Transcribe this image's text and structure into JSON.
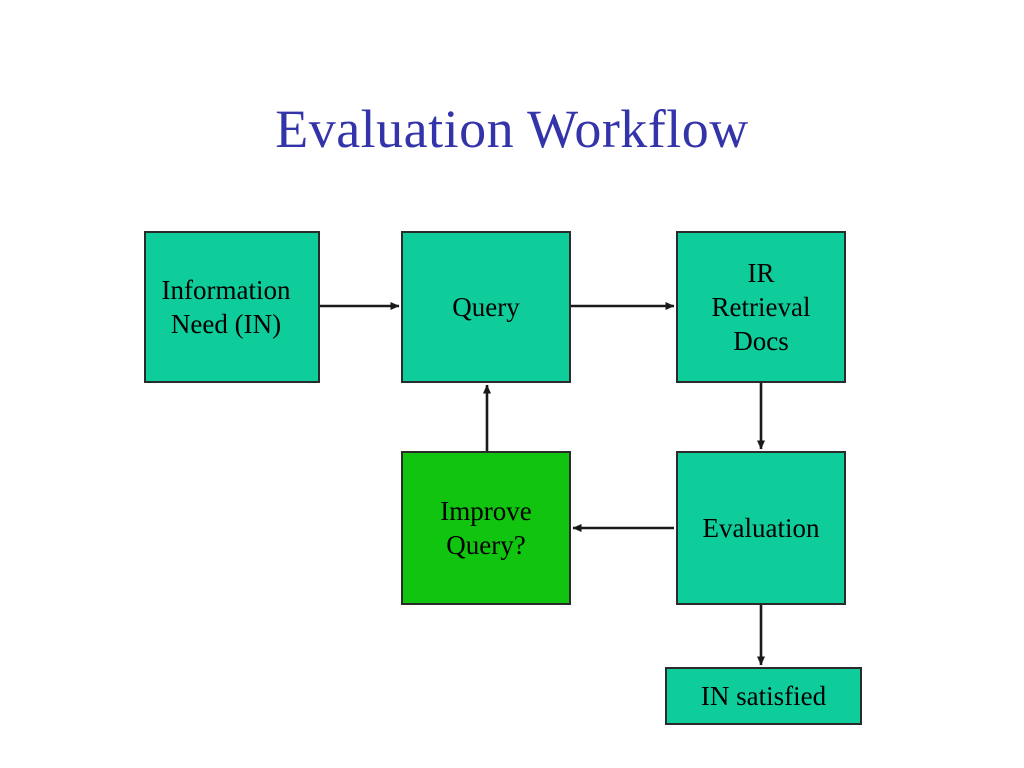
{
  "slide": {
    "title": "Evaluation Workflow",
    "background_color": "#ffffff",
    "title_color": "#3333aa"
  },
  "diagram": {
    "type": "flowchart",
    "palette": {
      "teal_fill": "#0ecd9b",
      "green_fill": "#10c410",
      "border": "#2b2b2b",
      "text": "#000000",
      "arrow": "#1a1a1a"
    },
    "nodes": [
      {
        "id": "information-need",
        "label": "Information\nNeed (IN)",
        "fill": "#0ecd9b",
        "shape": "rectangle"
      },
      {
        "id": "query",
        "label": "Query",
        "fill": "#0ecd9b",
        "shape": "rectangle"
      },
      {
        "id": "ir-retrieval-docs",
        "label": "IR\nRetrieval\nDocs",
        "fill": "#0ecd9b",
        "shape": "rectangle"
      },
      {
        "id": "improve-query",
        "label": "Improve\nQuery?",
        "fill": "#10c410",
        "shape": "rectangle"
      },
      {
        "id": "evaluation",
        "label": "Evaluation",
        "fill": "#0ecd9b",
        "shape": "rectangle"
      },
      {
        "id": "in-satisfied",
        "label": "IN satisfied",
        "fill": "#0ecd9b",
        "shape": "rectangle"
      }
    ],
    "edges": [
      {
        "id": "edge-need-to-query",
        "from": "information-need",
        "to": "query",
        "direction": "right"
      },
      {
        "id": "edge-query-to-ir",
        "from": "query",
        "to": "ir-retrieval-docs",
        "direction": "right"
      },
      {
        "id": "edge-ir-to-evaluation",
        "from": "ir-retrieval-docs",
        "to": "evaluation",
        "direction": "down"
      },
      {
        "id": "edge-evaluation-to-improve",
        "from": "evaluation",
        "to": "improve-query",
        "direction": "left"
      },
      {
        "id": "edge-improve-to-query",
        "from": "improve-query",
        "to": "query",
        "direction": "up"
      },
      {
        "id": "edge-evaluation-to-satisfied",
        "from": "evaluation",
        "to": "in-satisfied",
        "direction": "down"
      }
    ]
  }
}
